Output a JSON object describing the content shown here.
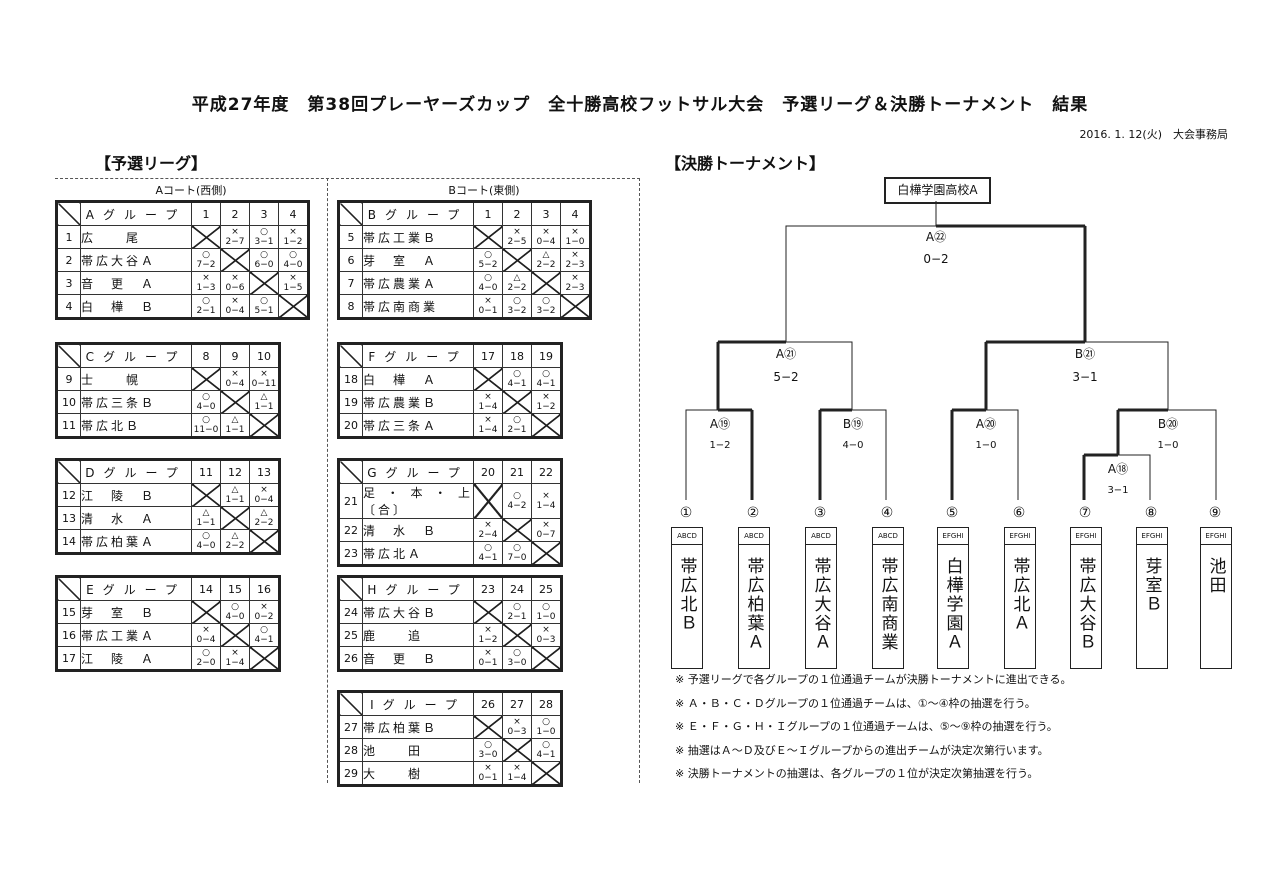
{
  "title": "平成27年度　第38回プレーヤーズカップ　全十勝高校フットサル大会　予選リーグ＆決勝トーナメント　結果",
  "date_line": "2016. 1. 12(火)　大会事務局",
  "league_heading": "【予選リーグ】",
  "tournament_heading": "【決勝トーナメント】",
  "court_a": "Aコート(西側)",
  "court_b": "Bコート(東側)",
  "groups": {
    "A": {
      "name": "Aグループ",
      "cols": [
        "1",
        "2",
        "3",
        "4"
      ],
      "rows": [
        {
          "num": "1",
          "name": "広　　尾",
          "res": [
            "X",
            "×|2−7",
            "○|3−1",
            "×|1−2"
          ]
        },
        {
          "num": "2",
          "name": "帯広大谷Ａ",
          "res": [
            "○|7−2",
            "X",
            "○|6−0",
            "○|4−0"
          ]
        },
        {
          "num": "3",
          "name": "音　更　Ａ",
          "res": [
            "×|1−3",
            "×|0−6",
            "X",
            "×|1−5"
          ]
        },
        {
          "num": "4",
          "name": "白　樺　Ｂ",
          "res": [
            "○|2−1",
            "×|0−4",
            "○|5−1",
            "X"
          ]
        }
      ]
    },
    "B": {
      "name": "Bグループ",
      "cols": [
        "1",
        "2",
        "3",
        "4"
      ],
      "rows": [
        {
          "num": "5",
          "name": "帯広工業Ｂ",
          "res": [
            "X",
            "×|2−5",
            "×|0−4",
            "×|1−0"
          ]
        },
        {
          "num": "6",
          "name": "芽　室　Ａ",
          "res": [
            "○|5−2",
            "X",
            "△|2−2",
            "×|2−3"
          ]
        },
        {
          "num": "7",
          "name": "帯広農業Ａ",
          "res": [
            "○|4−0",
            "△|2−2",
            "X",
            "×|2−3"
          ]
        },
        {
          "num": "8",
          "name": "帯広南商業",
          "res": [
            "×|0−1",
            "○|3−2",
            "○|3−2",
            "X"
          ]
        }
      ]
    },
    "C": {
      "name": "Cグループ",
      "cols": [
        "8",
        "9",
        "10"
      ],
      "rows": [
        {
          "num": "9",
          "name": "士　　幌",
          "res": [
            "X",
            "×|0−4",
            "×|0−11"
          ]
        },
        {
          "num": "10",
          "name": "帯広三条Ｂ",
          "res": [
            "○|4−0",
            "X",
            "△|1−1"
          ]
        },
        {
          "num": "11",
          "name": "帯広北Ｂ",
          "res": [
            "○|11−0",
            "△|1−1",
            "X"
          ]
        }
      ]
    },
    "F": {
      "name": "Fグループ",
      "cols": [
        "17",
        "18",
        "19"
      ],
      "rows": [
        {
          "num": "18",
          "name": "白　樺　Ａ",
          "res": [
            "X",
            "○|4−1",
            "○|4−1"
          ]
        },
        {
          "num": "19",
          "name": "帯広農業Ｂ",
          "res": [
            "×|1−4",
            "X",
            "×|1−2"
          ]
        },
        {
          "num": "20",
          "name": "帯広三条Ａ",
          "res": [
            "×|1−4",
            "○|2−1",
            "X"
          ]
        }
      ]
    },
    "D": {
      "name": "Dグループ",
      "cols": [
        "11",
        "12",
        "13"
      ],
      "rows": [
        {
          "num": "12",
          "name": "江　陵　Ｂ",
          "res": [
            "X",
            "△|1−1",
            "×|0−4"
          ]
        },
        {
          "num": "13",
          "name": "清　水　Ａ",
          "res": [
            "△|1−1",
            "X",
            "△|2−2"
          ]
        },
        {
          "num": "14",
          "name": "帯広柏葉Ａ",
          "res": [
            "○|4−0",
            "△|2−2",
            "X"
          ]
        }
      ]
    },
    "G": {
      "name": "Gグループ",
      "cols": [
        "20",
        "21",
        "22"
      ],
      "rows": [
        {
          "num": "21",
          "name": "足・本・上〔合〕",
          "res": [
            "X",
            "○|4−2",
            "×|1−4"
          ]
        },
        {
          "num": "22",
          "name": "清　水　Ｂ",
          "res": [
            "×|2−4",
            "X",
            "×|0−7"
          ]
        },
        {
          "num": "23",
          "name": "帯広北Ａ",
          "res": [
            "○|4−1",
            "○|7−0",
            "X"
          ]
        }
      ]
    },
    "E": {
      "name": "Eグループ",
      "cols": [
        "14",
        "15",
        "16"
      ],
      "rows": [
        {
          "num": "15",
          "name": "芽　室　Ｂ",
          "res": [
            "X",
            "○|4−0",
            "×|0−2"
          ]
        },
        {
          "num": "16",
          "name": "帯広工業Ａ",
          "res": [
            "×|0−4",
            "X",
            "○|4−1"
          ]
        },
        {
          "num": "17",
          "name": "江　陵　Ａ",
          "res": [
            "○|2−0",
            "×|1−4",
            "X"
          ]
        }
      ]
    },
    "H": {
      "name": "Hグループ",
      "cols": [
        "23",
        "24",
        "25"
      ],
      "rows": [
        {
          "num": "24",
          "name": "帯広大谷Ｂ",
          "res": [
            "X",
            "○|2−1",
            "○|1−0"
          ]
        },
        {
          "num": "25",
          "name": "鹿　　追",
          "res": [
            "×|1−2",
            "X",
            "×|0−3"
          ]
        },
        {
          "num": "26",
          "name": "音　更　Ｂ",
          "res": [
            "×|0−1",
            "○|3−0",
            "X"
          ]
        }
      ]
    },
    "I": {
      "name": "Iグループ",
      "cols": [
        "26",
        "27",
        "28"
      ],
      "rows": [
        {
          "num": "27",
          "name": "帯広柏葉Ｂ",
          "res": [
            "X",
            "×|0−3",
            "○|1−0"
          ]
        },
        {
          "num": "28",
          "name": "池　　田",
          "res": [
            "○|3−0",
            "X",
            "○|4−1"
          ]
        },
        {
          "num": "29",
          "name": "大　　樹",
          "res": [
            "×|0−1",
            "×|1−4",
            "X"
          ]
        }
      ]
    }
  },
  "champion": "白樺学園高校A",
  "matches": {
    "final": {
      "label": "A㉒",
      "score": "0−2"
    },
    "sf1": {
      "label": "A㉑",
      "score": "5−2"
    },
    "sf2": {
      "label": "B㉑",
      "score": "3−1"
    },
    "qf1": {
      "label": "A⑲",
      "score": "1−2"
    },
    "qf2": {
      "label": "B⑲",
      "score": "4−0"
    },
    "qf3": {
      "label": "A⑳",
      "score": "1−0"
    },
    "qf4": {
      "label": "B⑳",
      "score": "1−0"
    },
    "r1": {
      "label": "A⑱",
      "score": "3−1"
    }
  },
  "slots": [
    {
      "num": "①",
      "tag": "ABCD",
      "team": "帯広北Ｂ"
    },
    {
      "num": "②",
      "tag": "ABCD",
      "team": "帯広柏葉Ａ"
    },
    {
      "num": "③",
      "tag": "ABCD",
      "team": "帯広大谷Ａ"
    },
    {
      "num": "④",
      "tag": "ABCD",
      "team": "帯広南商業"
    },
    {
      "num": "⑤",
      "tag": "EFGHI",
      "team": "白樺学園Ａ"
    },
    {
      "num": "⑥",
      "tag": "EFGHI",
      "team": "帯広北Ａ"
    },
    {
      "num": "⑦",
      "tag": "EFGHI",
      "team": "帯広大谷Ｂ"
    },
    {
      "num": "⑧",
      "tag": "EFGHI",
      "team": "芽室Ｂ"
    },
    {
      "num": "⑨",
      "tag": "EFGHI",
      "team": "池田"
    }
  ],
  "notes": [
    "※ 予選リーグで各グループの１位通過チームが決勝トーナメントに進出できる。",
    "※ Ａ・Ｂ・Ｃ・Ｄグループの１位通過チームは、①〜④枠の抽選を行う。",
    "※ Ｅ・Ｆ・Ｇ・Ｈ・Ｉグループの１位通過チームは、⑤〜⑨枠の抽選を行う。",
    "※ 抽選はＡ〜Ｄ及びＥ〜Ｉグループからの進出チームが決定次第行います。",
    "※ 決勝トーナメントの抽選は、各グループの１位が決定次第抽選を行う。"
  ]
}
